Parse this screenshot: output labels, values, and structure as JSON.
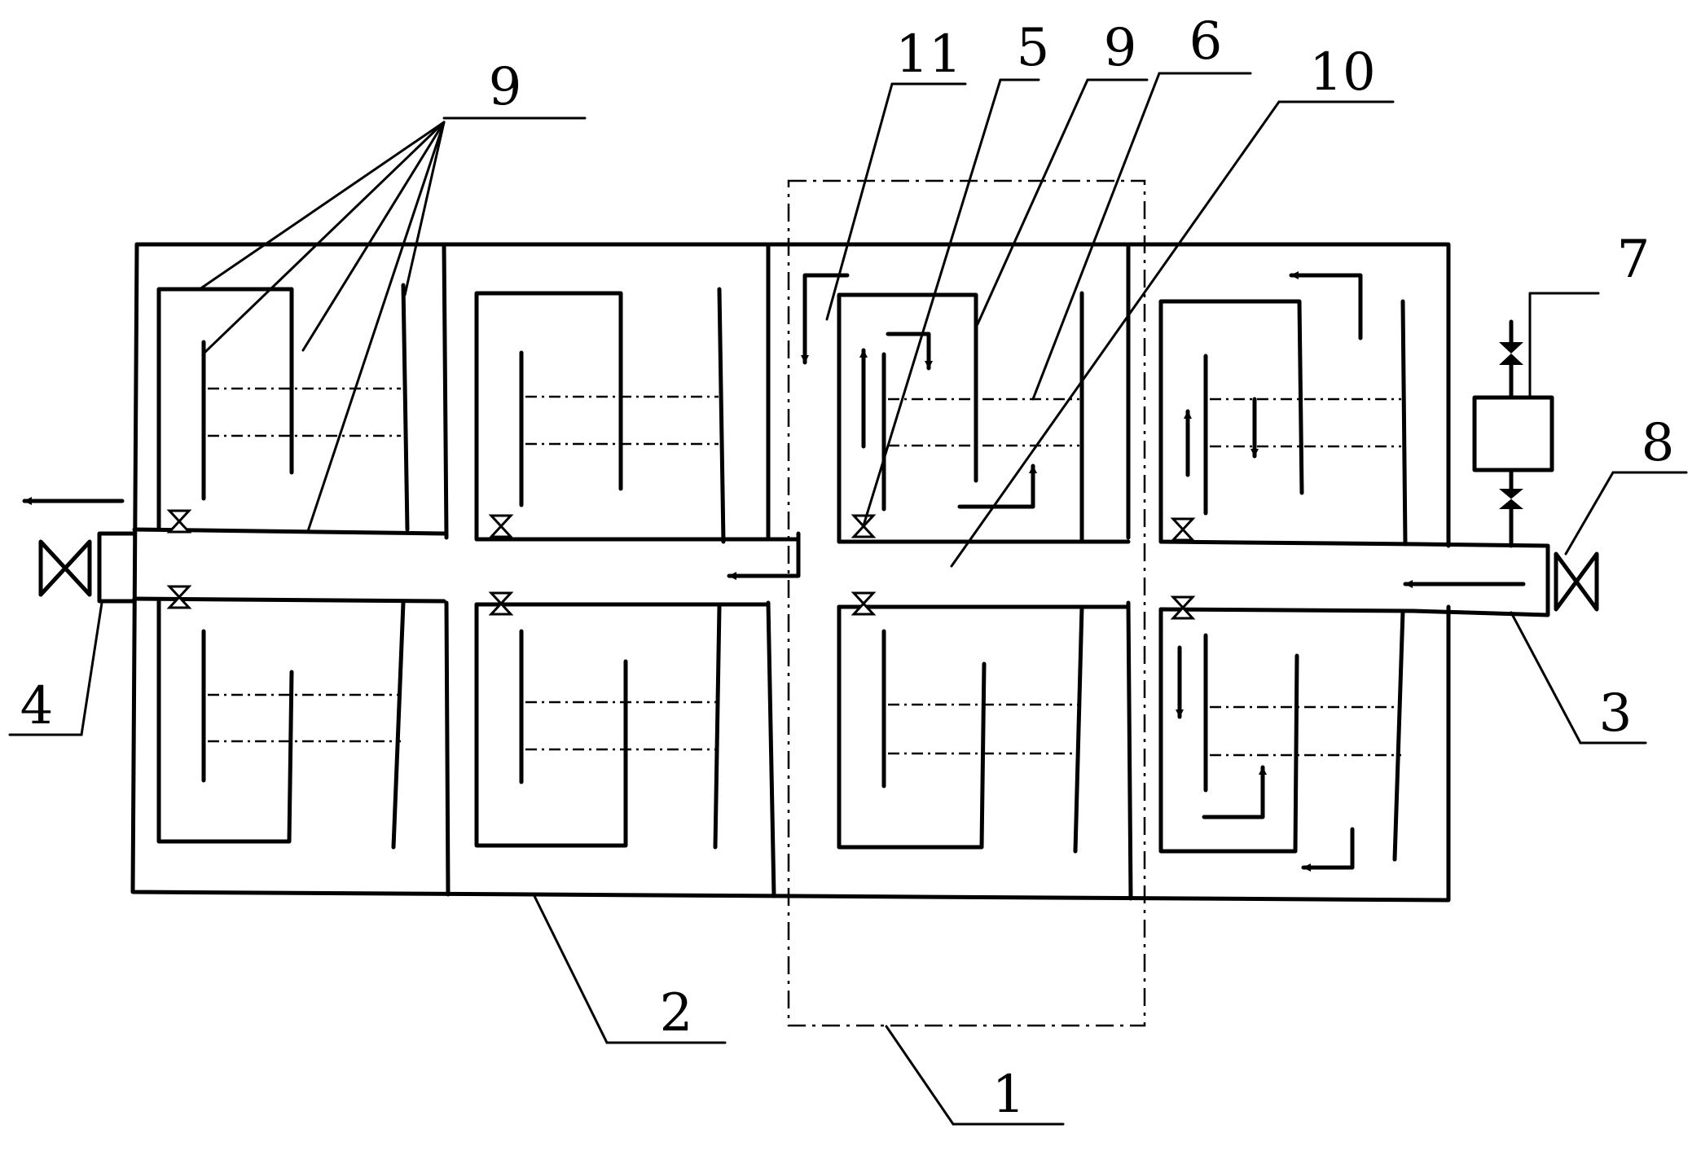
{
  "labels": {
    "l1": "1",
    "l2": "2",
    "l3": "3",
    "l4": "4",
    "l5": "5",
    "l6": "6",
    "l7": "7",
    "l8": "8",
    "l9a": "9",
    "l9b": "9",
    "l10": "10",
    "l11": "11"
  }
}
